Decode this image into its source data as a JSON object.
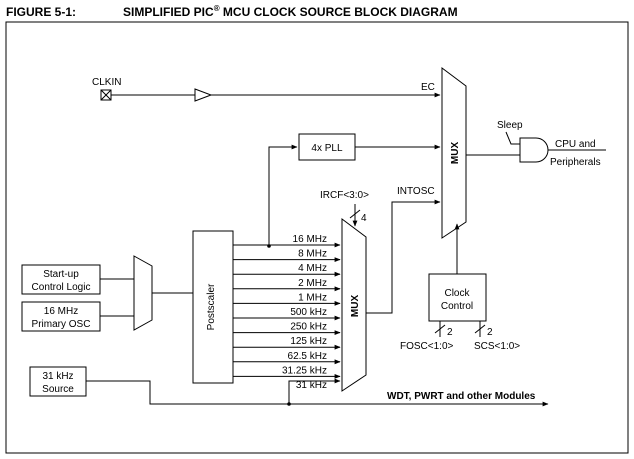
{
  "figure": {
    "number": "FIGURE 5-1:",
    "title_pre": "SIMPLIFIED PIC",
    "title_reg": "®",
    "title_post": " MCU CLOCK SOURCE BLOCK DIAGRAM"
  },
  "labels": {
    "clkin": "CLKIN",
    "ec": "EC",
    "pll": "4x PLL",
    "mux": "MUX",
    "sleep": "Sleep",
    "cpu_line1": "CPU and",
    "cpu_line2": "Peripherals",
    "ircf": "IRCF<3:0>",
    "bus_width_4": "4",
    "intosc": "INTOSC",
    "startup_line1": "Start-up",
    "startup_line2": "Control Logic",
    "osc_line1": "16 MHz",
    "osc_line2": "Primary OSC",
    "postscaler": "Postscaler",
    "clock_control_line1": "Clock",
    "clock_control_line2": "Control",
    "fosc": "FOSC<1:0>",
    "scs": "SCS<1:0>",
    "bus_width_fosc": "2",
    "bus_width_scs": "2",
    "source_31k_line1": "31 kHz",
    "source_31k_line2": "Source",
    "wdt": "WDT, PWRT and other Modules"
  },
  "frequencies": [
    "16 MHz",
    "8 MHz",
    "4 MHz",
    "2 MHz",
    "1 MHz",
    "500 kHz",
    "250 kHz",
    "125 kHz",
    "62.5 kHz",
    "31.25 kHz",
    "31 kHz"
  ]
}
